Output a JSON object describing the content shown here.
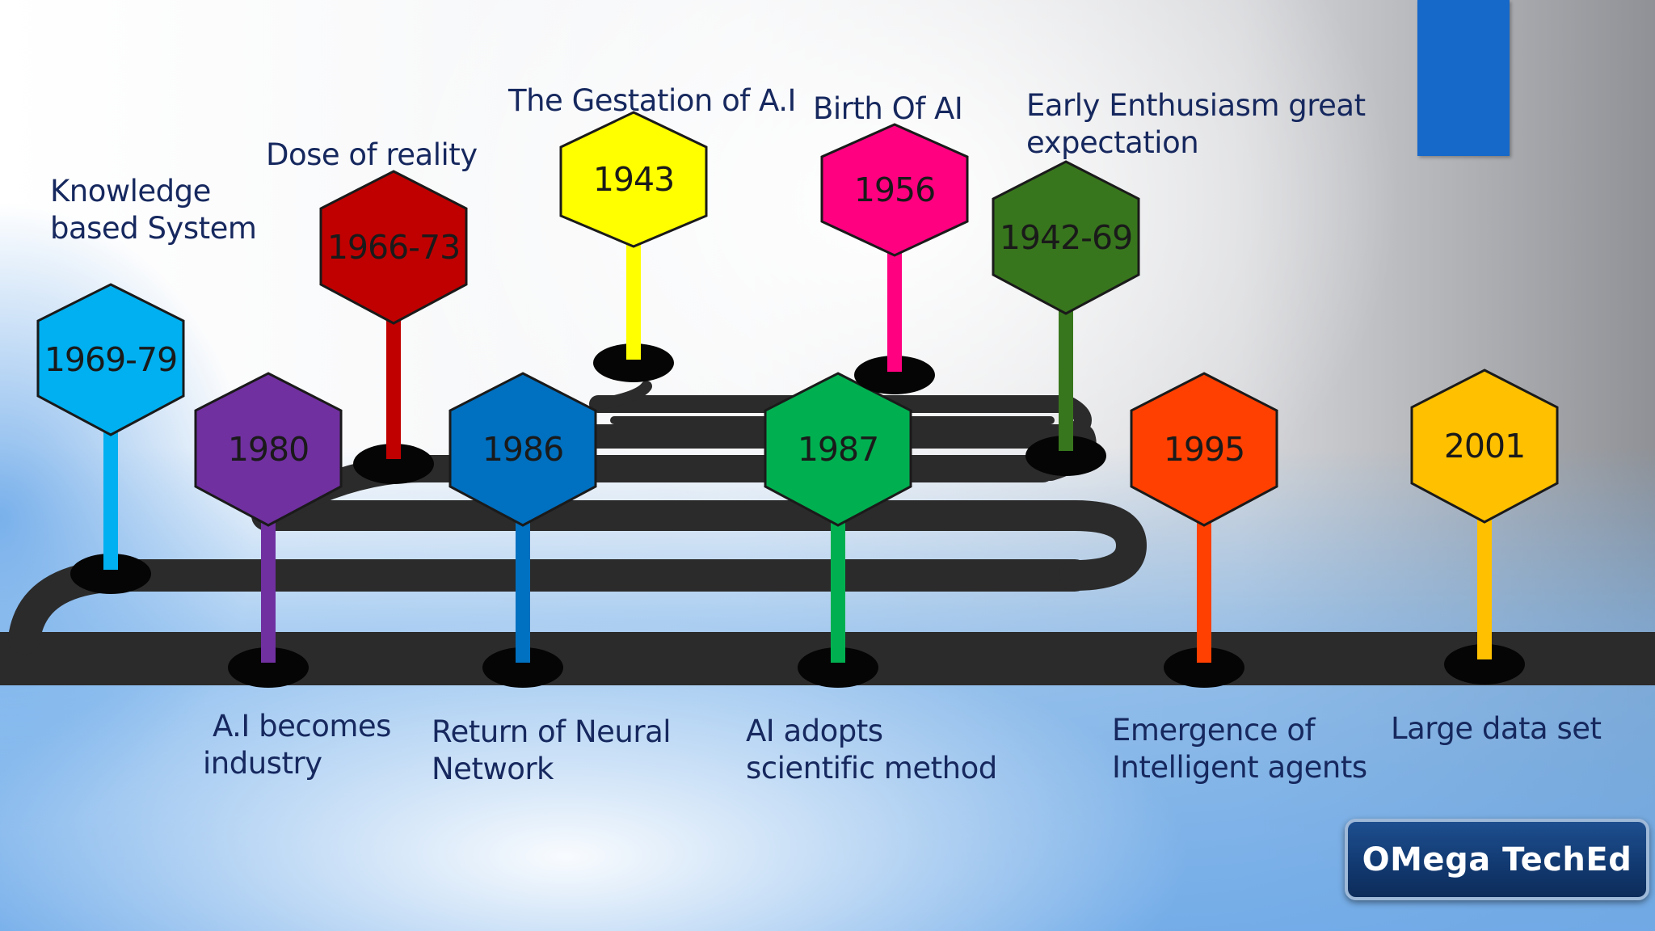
{
  "milestones": [
    {
      "year": "1969-79",
      "caption": [
        "Knowledge",
        "based System"
      ],
      "color": "#00b0f0"
    },
    {
      "year": "1980",
      "caption": [
        "A.I becomes",
        "industry"
      ],
      "color": "#7030a0"
    },
    {
      "year": "1966-73",
      "caption": [
        "Dose of reality"
      ],
      "color": "#c00000"
    },
    {
      "year": "1986",
      "caption": [
        "Return of Neural",
        "Network"
      ],
      "color": "#0070c0"
    },
    {
      "year": "1943",
      "caption": [
        "The Gestation of A.I"
      ],
      "color": "#ffff00"
    },
    {
      "year": "1987",
      "caption": [
        "AI adopts",
        "scientific method"
      ],
      "color": "#00b050"
    },
    {
      "year": "1956",
      "caption": [
        "Birth Of AI"
      ],
      "color": "#ff0080"
    },
    {
      "year": "1942-69",
      "caption": [
        "Early Enthusiasm great",
        "expectation"
      ],
      "color": "#38761d"
    },
    {
      "year": "1995",
      "caption": [
        "Emergence of",
        "Intelligent agents"
      ],
      "color": "#ff4000"
    },
    {
      "year": "2001",
      "caption": [
        "Large data set"
      ],
      "color": "#ffc000"
    }
  ],
  "brand": {
    "label": "OMega TechEd"
  },
  "colors": {
    "road": "#2b2b2b",
    "caption_text": "#16285e",
    "corner_block": "#1668c9"
  }
}
